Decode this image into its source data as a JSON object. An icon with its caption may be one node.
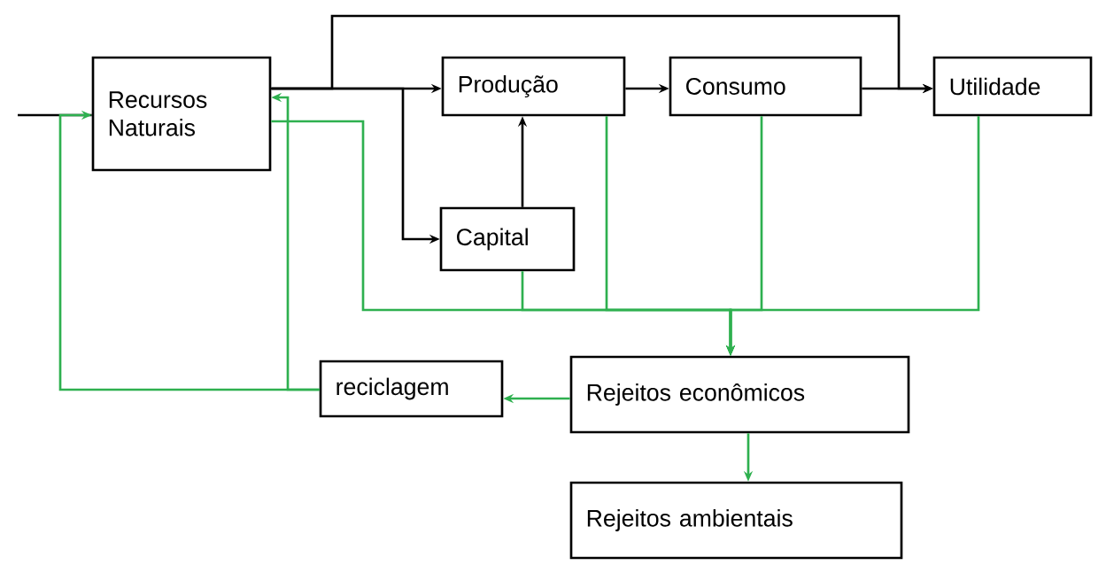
{
  "diagram": {
    "nodes": [
      {
        "text": [
          "Recursos Naturais"
        ]
      },
      {
        "text": [
          "Produção"
        ]
      },
      {
        "text": [
          "Consumo"
        ]
      },
      {
        "text": [
          "Utilidade"
        ]
      },
      {
        "text": [
          "Capital"
        ]
      },
      {
        "text": [
          "reciclagem"
        ]
      },
      {
        "text": [
          "Rejeitos econômicos"
        ]
      },
      {
        "text": [
          "Rejeitos ambientais"
        ]
      }
    ],
    "edges": [
      {
        "from": null,
        "to": 0,
        "arrow": "none",
        "color": "#000000"
      },
      {
        "from": 0,
        "to": 1,
        "arrow": "to",
        "color": "#000000"
      },
      {
        "from": 0,
        "to": 3,
        "arrow": "to",
        "color": "#000000"
      },
      {
        "from": 0,
        "to": 4,
        "arrow": "to",
        "color": "#000000"
      },
      {
        "from": 4,
        "to": 1,
        "arrow": "to",
        "color": "#000000"
      },
      {
        "from": 1,
        "to": 2,
        "arrow": "to",
        "color": "#000000"
      },
      {
        "from": 2,
        "to": 3,
        "arrow": "to",
        "color": "#000000"
      },
      {
        "from": 0,
        "to": 6,
        "arrow": "to"
      },
      {
        "from": 4,
        "to": 6,
        "arrow": "to"
      },
      {
        "from": 1,
        "to": 6,
        "arrow": "to"
      },
      {
        "from": 2,
        "to": 6,
        "arrow": "to"
      },
      {
        "from": 3,
        "to": 6,
        "arrow": "to"
      },
      {
        "from": 6,
        "to": 5,
        "arrow": "to"
      },
      {
        "from": 6,
        "to": 7,
        "arrow": "to"
      },
      {
        "from": 5,
        "to": 0,
        "arrow": "to"
      },
      {
        "from": 5,
        "to": 0,
        "arrow": "to"
      }
    ]
  }
}
